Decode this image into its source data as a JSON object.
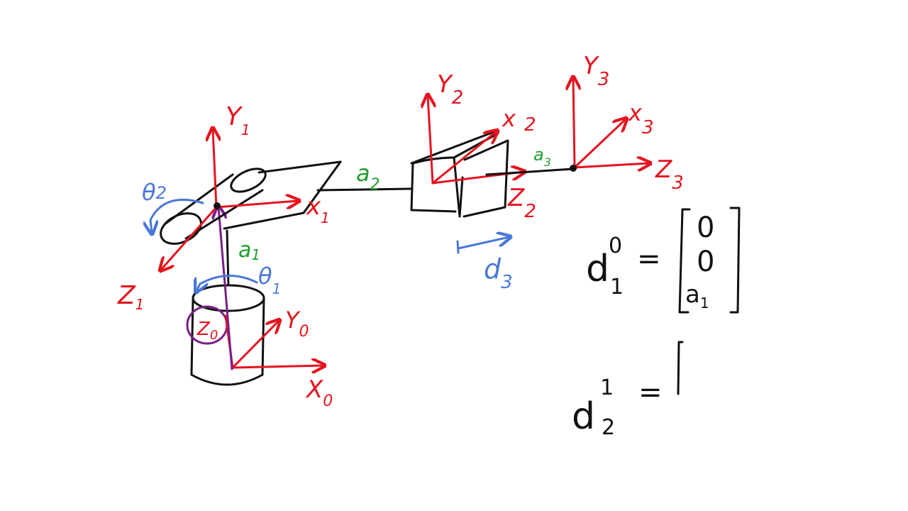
{
  "colors": {
    "frame_red": "#e4141e",
    "ink_black": "#111111",
    "link_green": "#1f9e2c",
    "joint_blue": "#4a78d8",
    "z0_purple": "#7a1f86"
  },
  "labels": {
    "y1_base": "Y",
    "y1_sub": "1",
    "x1_base": "x",
    "x1_sub": "1",
    "z1_base": "Z",
    "z1_sub": "1",
    "y0_base": "Y",
    "y0_sub": "0",
    "x0_base": "X",
    "x0_sub": "0",
    "z0_base": "Z",
    "z0_sub": "0",
    "y2_base": "Y",
    "y2_sub": "2",
    "x2_base": "x",
    "x2_sub": "2",
    "z2_base": "Z",
    "z2_sub": "2",
    "y3_base": "Y",
    "y3_sub": "3",
    "x3_base": "x",
    "x3_sub": "3",
    "z3_base": "Z",
    "z3_sub": "3",
    "a1_base": "a",
    "a1_sub": "1",
    "a2_base": "a",
    "a2_sub": "2",
    "a3_base": "a",
    "a3_sub": "3",
    "theta1_base": "θ",
    "theta1_sub": "1",
    "theta2_base": "θ",
    "theta2_sub": "2",
    "d3_base": "d",
    "d3_sub": "3"
  },
  "equations": {
    "eq1": {
      "base": "d",
      "sup": "0",
      "sub": "1",
      "equals": "=",
      "entries": [
        "0",
        "0",
        "a"
      ],
      "entry3_sub": "1"
    },
    "eq2": {
      "base": "d",
      "sup": "1",
      "sub": "2",
      "equals": "="
    }
  }
}
